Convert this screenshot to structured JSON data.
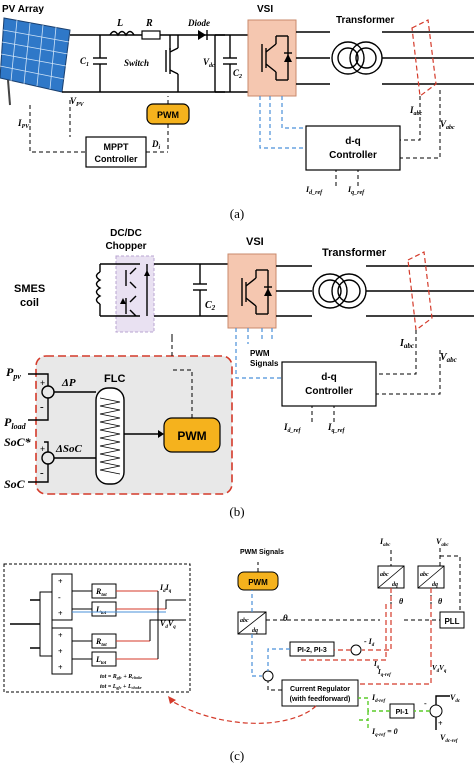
{
  "panel_a": {
    "pv_array": "PV Array",
    "inductor": "L",
    "resistor": "R",
    "diode": "Diode",
    "vsi": "VSI",
    "transformer": "Transformer",
    "c1": "C",
    "c1_sub": "1",
    "c2": "C",
    "c2_sub": "2",
    "switch": "Switch",
    "vdc": "V",
    "vdc_sub": "dc",
    "ipv": "I",
    "ipv_sub": "PV",
    "vpv": "V",
    "vpv_sub": "PV",
    "pwm": "PWM",
    "mppt_line1": "MPPT",
    "mppt_line2": "Controller",
    "di": "D",
    "di_sub": "i",
    "dq_line1": "d-q",
    "dq_line2": "Controller",
    "iabc": "I",
    "iabc_sub": "abc",
    "vabc": "V",
    "vabc_sub": "abc",
    "idref": "I",
    "idref_sub": "d_ref",
    "iqref": "I",
    "iqref_sub": "q_ref",
    "caption": "(a)"
  },
  "panel_b": {
    "chopper_line1": "DC/DC",
    "chopper_line2": "Chopper",
    "vsi": "VSI",
    "transformer": "Transformer",
    "smes_line1": "SMES",
    "smes_line2": "coil",
    "c2": "C",
    "c2_sub": "2",
    "iabc": "I",
    "iabc_sub": "abc",
    "vabc": "V",
    "vabc_sub": "abc",
    "pwm_signals_line1": "PWM",
    "pwm_signals_line2": "Signals",
    "dq_line1": "d-q",
    "dq_line2": "Controller",
    "ppv": "P",
    "ppv_sub": "pv",
    "pload": "P",
    "pload_sub": "load",
    "soc_star": "SoC*",
    "soc": "SoC",
    "delta_p": "ΔP",
    "delta_soc": "ΔSoC",
    "flc": "FLC",
    "pwm": "PWM",
    "plus": "+",
    "minus": "-",
    "idref": "I",
    "idref_sub": "d_ref",
    "iqref": "I",
    "iqref_sub": "q_ref",
    "caption": "(b)"
  },
  "panel_c": {
    "pwm_signals": "PWM Signals",
    "pwm": "PWM",
    "iabc": "I",
    "iabc_sub": "abc",
    "vabc": "V",
    "vabc_sub": "abc",
    "abc": "abc",
    "dq": "dq",
    "theta": "θ",
    "pll": "PLL",
    "pi23": "PI-2, PI-3",
    "id": "I",
    "id_sub": "d",
    "iq": "I",
    "iq_sub": "q",
    "vdvq": "V",
    "vdvq_sub": "d",
    "vq": "V",
    "vq_sub": "q",
    "idref": "I",
    "idref_sub": "d-ref",
    "iqref_eq": "I",
    "iqref_eq_sub": "q-ref",
    "iqref_eq_val": "= 0",
    "pi1": "PI-1",
    "vdc": "V",
    "vdc_sub": "dc",
    "vdcref": "V",
    "vdcref_sub": "dc-ref",
    "cr_line1": "Current Regulator",
    "cr_line2": "(with feedforward)",
    "plus": "+",
    "minus": "-",
    "rtot": "R",
    "ltot": "L",
    "tot_sub": "tot",
    "eq1": "R",
    "eq1_rest": "tot = R",
    "eq1_rest2": "gfc",
    "eq1_rest3": " + R",
    "eq1_rest4": "choke",
    "eq2": "L",
    "eq2_rest": "tot = L",
    "eq2_rest2": "gfc",
    "eq2_rest3": " + L",
    "eq2_rest4": "choke",
    "side_id": "I",
    "side_id_sub": "d",
    "side_iq": "I",
    "side_iq_sub": "q",
    "side_vd": "V",
    "side_vd_sub": "d",
    "side_vq": "V",
    "side_vq_sub": "q",
    "caption": "(c)"
  },
  "colors": {
    "vsi_fill": "#f5c7b0",
    "pwm_fill": "#f5b21d",
    "flc_panel": "#e8e8e8",
    "red": "#d43a2a",
    "blue": "#4a90d9",
    "green": "#5ccc2a",
    "chopper_fill": "#e9e1f2",
    "transformer_line": "#d43a2a"
  }
}
